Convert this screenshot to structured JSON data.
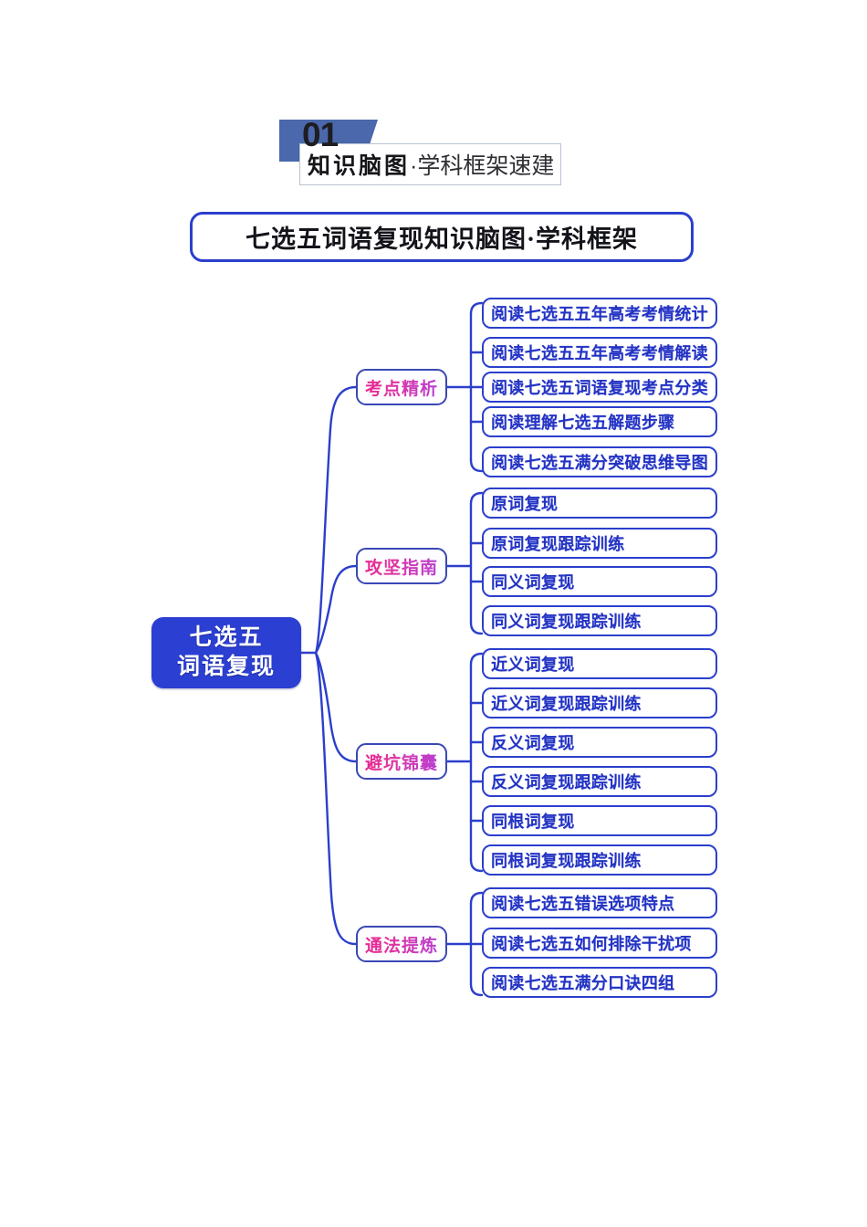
{
  "badge": {
    "number": "01",
    "title_bold": "知识脑图",
    "title_rest": "·学科框架速建"
  },
  "title_bar": {
    "text": "七选五词语复现知识脑图·学科框架"
  },
  "root": {
    "line1": "七选五",
    "line2": "词语复现"
  },
  "colors": {
    "root_fill": "#2b3fd2",
    "node_border": "#2b3fcc",
    "leaf_text": "#2433c4",
    "branch_text": "#e8268f",
    "badge_fill": "#4a68ab",
    "wire": "#2b3fcc"
  },
  "branches": [
    {
      "label": "考点精析",
      "leaves": [
        "阅读七选五五年高考考情统计",
        "阅读七选五五年高考考情解读",
        "阅读七选五词语复现考点分类",
        "阅读理解七选五解题步骤",
        "阅读七选五满分突破思维导图"
      ]
    },
    {
      "label": "攻坚指南",
      "leaves": [
        "原词复现",
        "原词复现跟踪训练",
        "同义词复现",
        "同义词复现跟踪训练"
      ]
    },
    {
      "label": "避坑锦囊",
      "leaves": [
        "近义词复现",
        "近义词复现跟踪训练",
        "反义词复现",
        "反义词复现跟踪训练",
        "同根词复现",
        "同根词复现跟踪训练"
      ]
    },
    {
      "label": "通法提炼",
      "leaves": [
        "阅读七选五错误选项特点",
        "阅读七选五如何排除干扰项",
        "阅读七选五满分口诀四组"
      ]
    }
  ]
}
